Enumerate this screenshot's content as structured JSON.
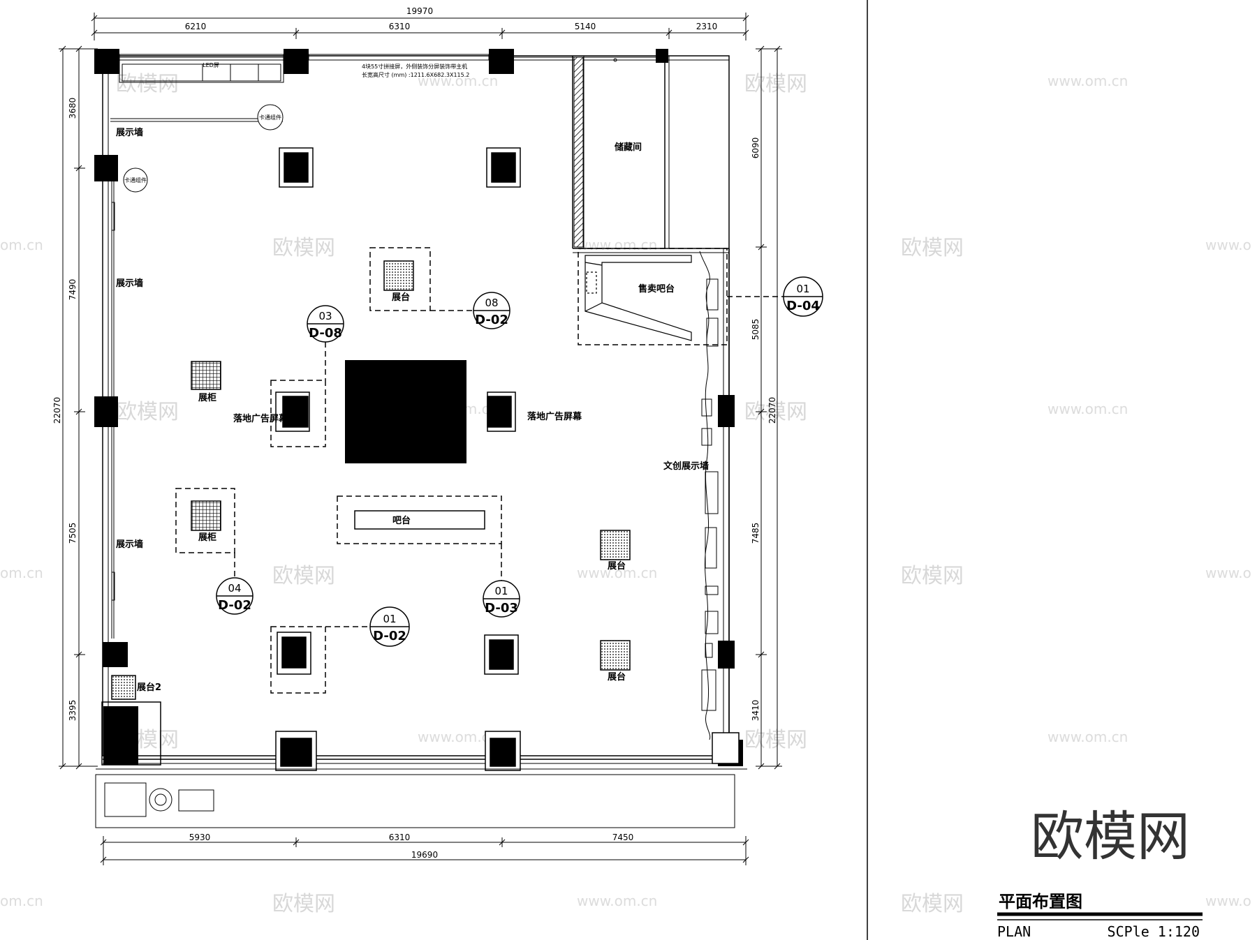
{
  "dimensions": {
    "top_total": "19970",
    "top": [
      "6210",
      "6310",
      "5140",
      "2310"
    ],
    "left_total": "22070",
    "left": [
      "3680",
      "7490",
      "7505",
      "3395"
    ],
    "right_total": "22070",
    "right": [
      "6090",
      "5085",
      "7485",
      "3410"
    ],
    "bottom": [
      "5930",
      "6310",
      "7450"
    ],
    "bottom_total": "19690"
  },
  "labels": {
    "display_wall_1": "展示墙",
    "display_wall_2": "展示墙",
    "display_wall_3": "展示墙",
    "storage": "储藏间",
    "bar_sale": "售卖吧台",
    "platform_top": "展台",
    "platform_right_1": "展台",
    "platform_right_2": "展台",
    "platform_2": "展台2",
    "cabinet_1": "展柜",
    "cabinet_2": "展柜",
    "ad_screen_left": "落地广告屏幕",
    "ad_screen_right": "落地广告屏幕",
    "bar": "吧台",
    "cultural_wall": "文创展示墙",
    "small_1": "卡通组件",
    "small_2": "卡通组件",
    "note_1": "4块55寸拼接屏，外侧装饰分屏装饰带主机",
    "note_2": "长宽高尺寸 (mm) :1211.6X682.3X115.2",
    "small_led": "LED屏"
  },
  "tags": [
    {
      "num": "08",
      "sheet": "D-02"
    },
    {
      "num": "03",
      "sheet": "D-08"
    },
    {
      "num": "01",
      "sheet": "D-04"
    },
    {
      "num": "04",
      "sheet": "D-02"
    },
    {
      "num": "01",
      "sheet": "D-03"
    },
    {
      "num": "01",
      "sheet": "D-02"
    }
  ],
  "watermarks": {
    "text": "欧模网",
    "url": "www.om.cn",
    "url_cut": "om.cn",
    "url_cut_r": "www.o"
  },
  "title_block": {
    "brand": "欧模网",
    "title": "平面布置图",
    "plan": "PLAN",
    "scale": "SCPle 1:120"
  }
}
